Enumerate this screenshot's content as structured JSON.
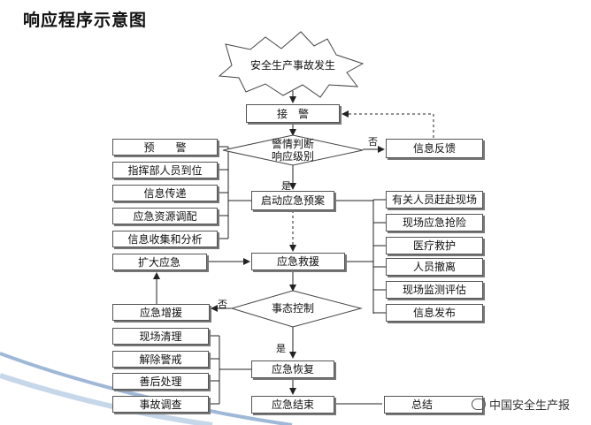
{
  "title": "响应程序示意图",
  "start": "安全生产事故发生",
  "main": [
    "接　警",
    "启动应急预案",
    "应急救援",
    "应急恢复",
    "应急结束"
  ],
  "decisions": {
    "alarm": [
      "警情判断",
      "响应级别"
    ],
    "control": "事态控制"
  },
  "feedback": "信息反馈",
  "left_top": [
    "预　　警",
    "指挥部人员到位",
    "信息传递",
    "应急资源调配",
    "信息收集和分析"
  ],
  "expand": "扩大应急",
  "reinforce": "应急增援",
  "left_bottom": [
    "现场清理",
    "解除警戒",
    "善后处理",
    "事故调查"
  ],
  "right": [
    "有关人员赶赴现场",
    "现场应急抢险",
    "医疗救护",
    "人员撤离",
    "现场监测评估",
    "信息发布"
  ],
  "summary": "总结",
  "labels": {
    "no1": "否",
    "yes1": "是",
    "no2": "否",
    "yes2": "是"
  },
  "watermark": "中国安全生产报"
}
